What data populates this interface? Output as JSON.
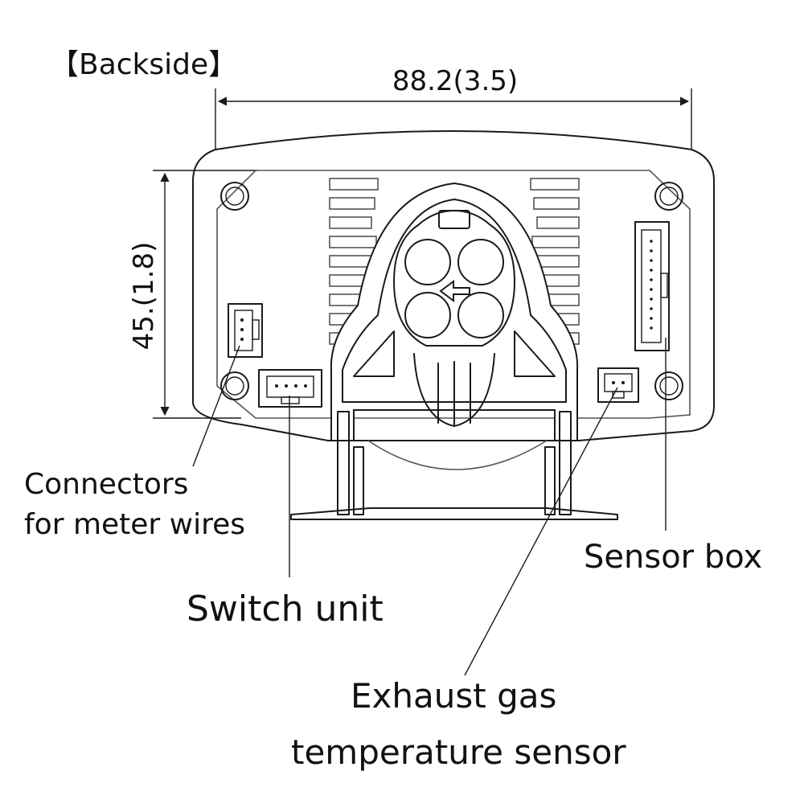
{
  "view_title": "【Backside】",
  "dimensions": {
    "width": "88.2(3.5)",
    "height": "45.(1.8)"
  },
  "callouts": {
    "connectors_line1": "Connectors",
    "connectors_line2": "for meter wires",
    "switch_unit": "Switch unit",
    "sensor_box": "Sensor box",
    "exhaust_line1": "Exhaust gas",
    "exhaust_line2": "temperature sensor"
  }
}
